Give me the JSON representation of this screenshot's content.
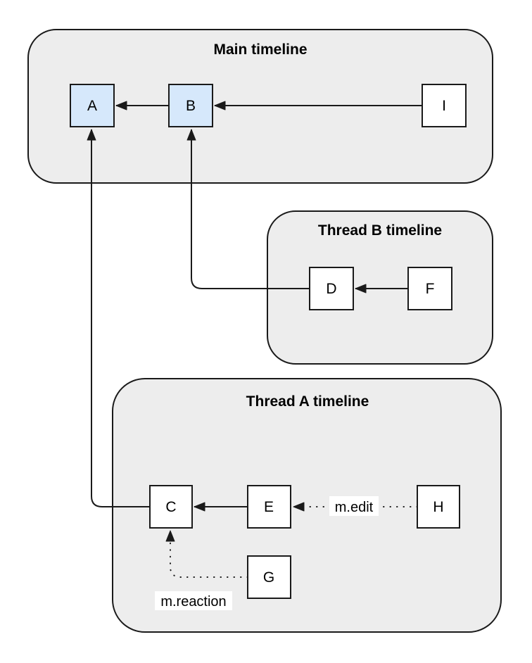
{
  "containers": {
    "main": {
      "title": "Main timeline"
    },
    "thread_b": {
      "title": "Thread B timeline"
    },
    "thread_a": {
      "title": "Thread A timeline"
    }
  },
  "nodes": {
    "a": {
      "label": "A",
      "fill": "#d6e8fb"
    },
    "b": {
      "label": "B",
      "fill": "#d6e8fb"
    },
    "i": {
      "label": "I",
      "fill": "#ffffff"
    },
    "d": {
      "label": "D",
      "fill": "#ffffff"
    },
    "f": {
      "label": "F",
      "fill": "#ffffff"
    },
    "c": {
      "label": "C",
      "fill": "#ffffff"
    },
    "e": {
      "label": "E",
      "fill": "#ffffff"
    },
    "h": {
      "label": "H",
      "fill": "#ffffff"
    },
    "g": {
      "label": "G",
      "fill": "#ffffff"
    }
  },
  "edge_labels": {
    "m_edit": "m.edit",
    "m_reaction": "m.reaction"
  },
  "colors": {
    "container_fill": "#ededed",
    "container_stroke": "#1a1a1a",
    "node_stroke": "#1a1a1a",
    "highlight_fill": "#d6e8fb",
    "edge_color": "#1a1a1a",
    "label_bg": "#ffffff",
    "background": "#ffffff"
  }
}
